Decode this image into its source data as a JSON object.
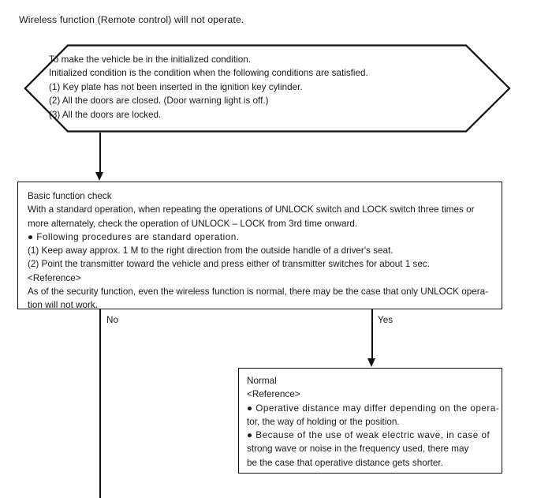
{
  "document": {
    "title": "Wireless function (Remote control) will not operate."
  },
  "flowchart": {
    "type": "diagnostic-flowchart",
    "orientation": "top-to-bottom",
    "nodes": {
      "precondition": {
        "shape": "hexagon-banner",
        "name": "initialized-condition-banner",
        "lines": [
          "To make the vehicle be in the initialized condition.",
          "Initialized condition is the condition when the following conditions are satisfied.",
          "(1) Key plate has not been inserted in the ignition key cylinder.",
          "(2) All the doors are closed. (Door warning light is off.)",
          "(3) All the doors are locked."
        ]
      },
      "basic_check": {
        "shape": "rectangle",
        "name": "basic-function-check-box",
        "heading": "Basic function check",
        "lines": [
          "With a standard operation, when repeating the operations of UNLOCK switch and LOCK switch three times or",
          "more alternately, check the operation of UNLOCK – LOCK from 3rd time onward.",
          "● Following procedures are standard operation.",
          "(1) Keep away approx. 1 M to the right direction from the outside handle of a driver's seat.",
          "(2) Point the transmitter toward the vehicle and press either of transmitter switches for about 1 sec.",
          "<Reference>",
          "As of the security function, even the wireless function is normal, there may be the case that only UNLOCK opera-",
          "tion will not work."
        ]
      },
      "normal_result": {
        "shape": "rectangle",
        "name": "normal-result-box",
        "heading": "Normal",
        "lines": [
          "<Reference>",
          "● Operative distance may differ depending on the opera-",
          "tor, the way of holding or the position.",
          "● Because of the use of weak electric wave, in case of",
          "strong wave or noise in the frequency used, there may",
          "be the case that operative distance gets shorter."
        ]
      }
    },
    "branches": {
      "no_label": "No",
      "yes_label": "Yes"
    },
    "connectors": [
      {
        "name": "hexagon-to-basic-check",
        "from": "precondition",
        "to": "basic_check",
        "arrow": true
      },
      {
        "name": "no-branch-line",
        "from": "basic_check",
        "to": "off-page-continuation",
        "arrow": false
      },
      {
        "name": "yes-branch-line",
        "from": "basic_check",
        "to": "normal_result",
        "arrow": true
      }
    ]
  },
  "colors": {
    "line": "#111111",
    "text": "#1a1a1a",
    "background": "#ffffff"
  }
}
